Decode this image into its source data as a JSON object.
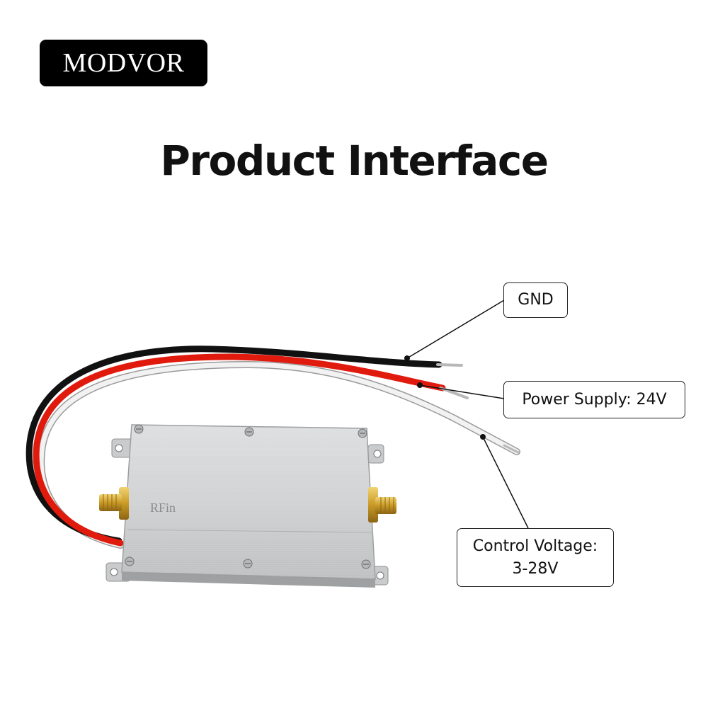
{
  "brand": {
    "name": "MODVOR"
  },
  "title": "Product Interface",
  "device": {
    "connector_label": "RFin"
  },
  "callouts": {
    "gnd": "GND",
    "power": "Power Supply: 24V",
    "control_line1": "Control Voltage:",
    "control_line2": "3-28V"
  },
  "colors": {
    "wire_black": "#111111",
    "wire_red": "#e01b0e",
    "wire_white": "#e6e6e6",
    "housing": "#cfd1d3",
    "connector": "#c8a02c"
  },
  "icons": [
    "amplifier-module-image",
    "sma-connector-icon",
    "screw-icon"
  ]
}
